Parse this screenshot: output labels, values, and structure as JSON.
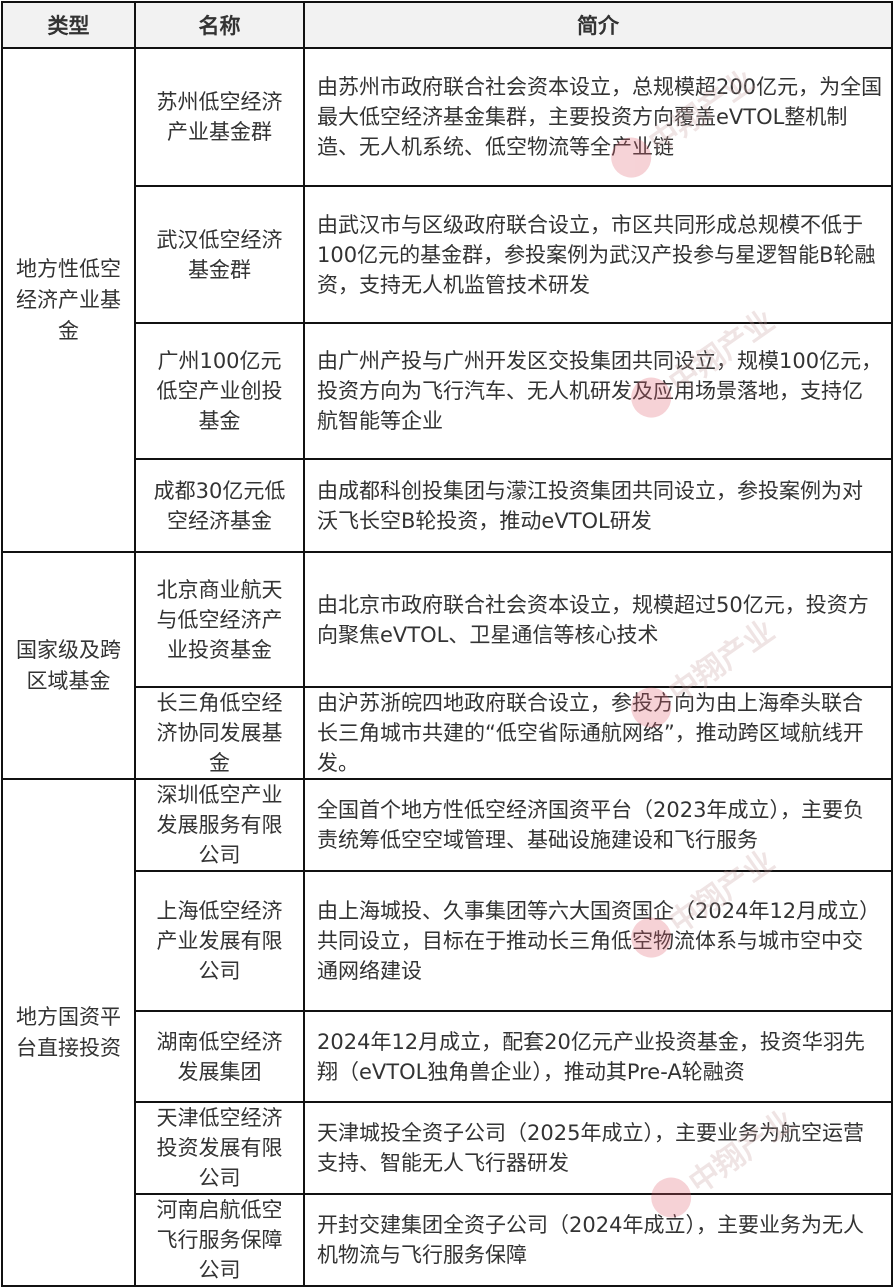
{
  "table": {
    "headers": {
      "type": "类型",
      "name": "名称",
      "desc": "简介"
    },
    "groups": [
      {
        "type": "地方性低空经济产业基金",
        "rows": [
          {
            "name": "苏州低空经济产业基金群",
            "desc": "由苏州市政府联合社会资本设立，总规模超200亿元，为全国最大低空经济基金集群，主要投资方向覆盖eVTOL整机制造、无人机系统、低空物流等全产业链"
          },
          {
            "name": "武汉低空经济基金群",
            "desc": "由武汉市与区级政府联合设立，市区共同形成总规模不低于100亿元的基金群，参投案例为武汉产投参与星逻智能B轮融资，支持无人机监管技术研发"
          },
          {
            "name": "广州100亿元低空产业创投基金",
            "desc": "由广州产投与广州开发区交投集团共同设立，规模100亿元，投资方向为飞行汽车、无人机研发及应用场景落地，支持亿航智能等企业"
          },
          {
            "name": "成都30亿元低空经济基金",
            "desc": "由成都科创投集团与濛江投资集团共同设立，参投案例为对沃飞长空B轮投资，推动eVTOL研发"
          }
        ]
      },
      {
        "type": "国家级及跨区域基金",
        "rows": [
          {
            "name": "北京商业航天与低空经济产业投资基金",
            "desc": "由北京市政府联合社会资本设立，规模超过50亿元，投资方向聚焦eVTOL、卫星通信等核心技术"
          },
          {
            "name": "长三角低空经济协同发展基金",
            "desc": "由沪苏浙皖四地政府联合设立，参投方向为由上海牵头联合长三角城市共建的“低空省际通航网络”，推动跨区域航线开发。"
          }
        ]
      },
      {
        "type": "地方国资平台直接投资",
        "rows": [
          {
            "name": "深圳低空产业发展服务有限公司",
            "desc": "全国首个地方性低空经济国资平台（2023年成立），主要负责统筹低空空域管理、基础设施建设和飞行服务"
          },
          {
            "name": "上海低空经济产业发展有限公司",
            "desc": "由上海城投、久事集团等六大国资国企（2024年12月成立）共同设立，目标在于推动长三角低空物流体系与城市空中交通网络建设"
          },
          {
            "name": "湖南低空经济发展集团",
            "desc": "2024年12月成立，配套20亿元产业投资基金，投资华羽先翔（eVTOL独角兽企业），推动其Pre-A轮融资"
          },
          {
            "name": "天津低空经济投资发展有限公司",
            "desc": "天津城投全资子公司（2025年成立），主要业务为航空运营支持、智能无人飞行器研发"
          },
          {
            "name": "河南启航低空飞行服务保障公司",
            "desc": "开封交建集团全资子公司（2024年成立），主要业务为无人机物流与飞行服务保障"
          }
        ]
      }
    ]
  },
  "watermark": {
    "text": "中翔产业",
    "icon": "company-logo-icon"
  }
}
